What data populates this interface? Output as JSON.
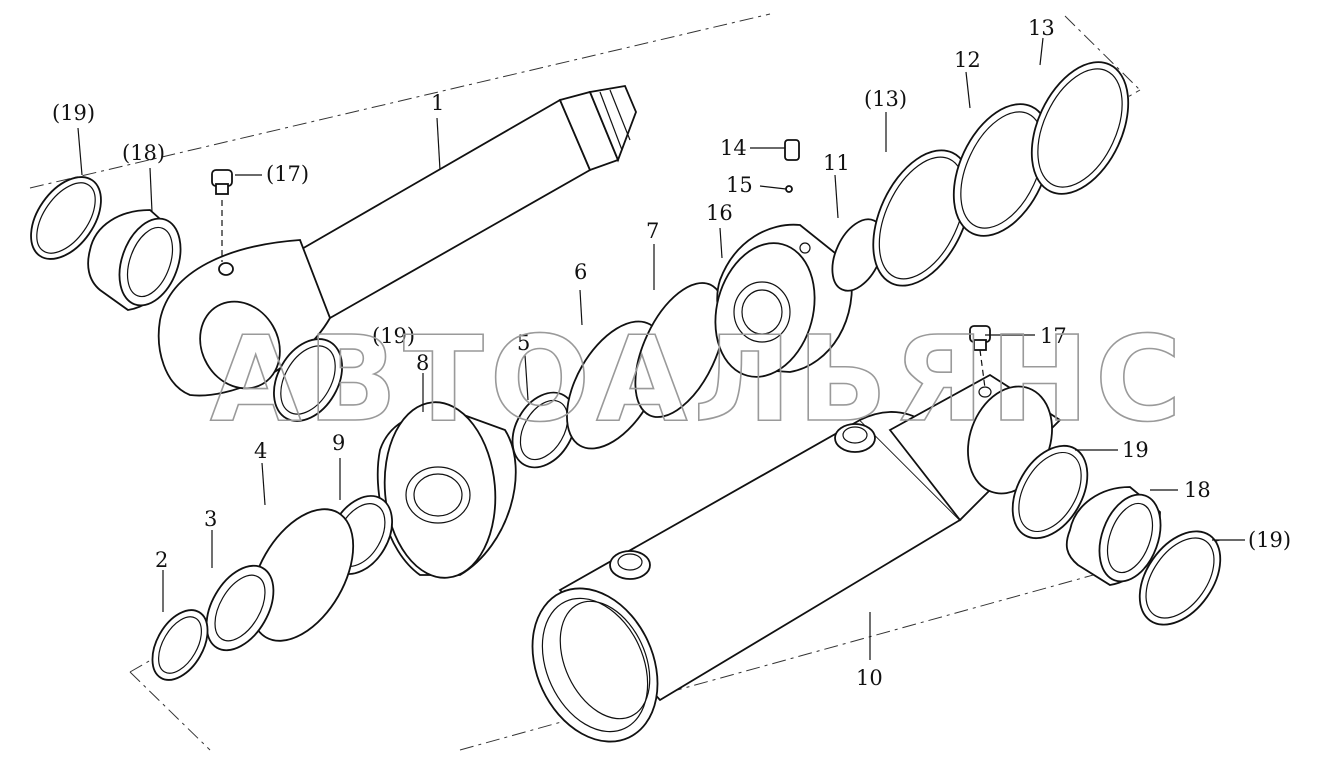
{
  "watermark": "АВТОАЛЬЯНС",
  "labels": {
    "l1": "1",
    "l2": "2",
    "l3": "3",
    "l4": "4",
    "l5": "5",
    "l6": "6",
    "l7": "7",
    "l8": "8",
    "l9": "9",
    "l10": "10",
    "l11": "11",
    "l12": "12",
    "l13": "13",
    "l13p": "(13)",
    "l14": "14",
    "l15": "15",
    "l16": "16",
    "l17": "17",
    "l17p": "(17)",
    "l18": "18",
    "l18p": "(18)",
    "l19a": "(19)",
    "l19b": "(19)",
    "l19c": "19",
    "l19d": "(19)"
  }
}
